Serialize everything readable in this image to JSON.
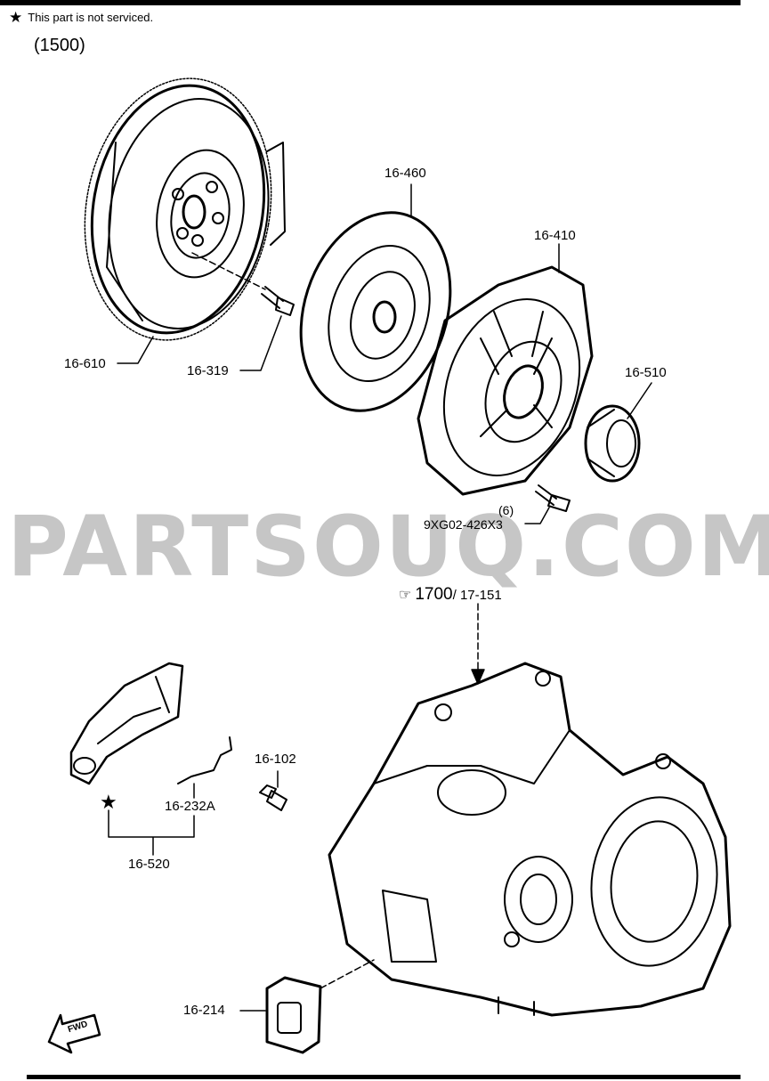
{
  "header": {
    "note_star": "★",
    "note_text": "This part is not serviced.",
    "group_code": "(1500)"
  },
  "watermark": "PARTSOUQ.COM",
  "reference": {
    "main": "1700",
    "sub": "/ 17-151",
    "icon": "pointing-hand-icon"
  },
  "callouts": {
    "p16_460": "16-460",
    "p16_410": "16-410",
    "p16_510": "16-510",
    "p16_610": "16-610",
    "p16_319": "16-319",
    "bolt_qty": "(6)",
    "bolt_code": "9XG02-426X3",
    "p16_102": "16-102",
    "p16_232a": "16-232A",
    "p16_520": "16-520",
    "p16_214": "16-214",
    "fork_star": "★"
  },
  "fwd_label": "FWD"
}
